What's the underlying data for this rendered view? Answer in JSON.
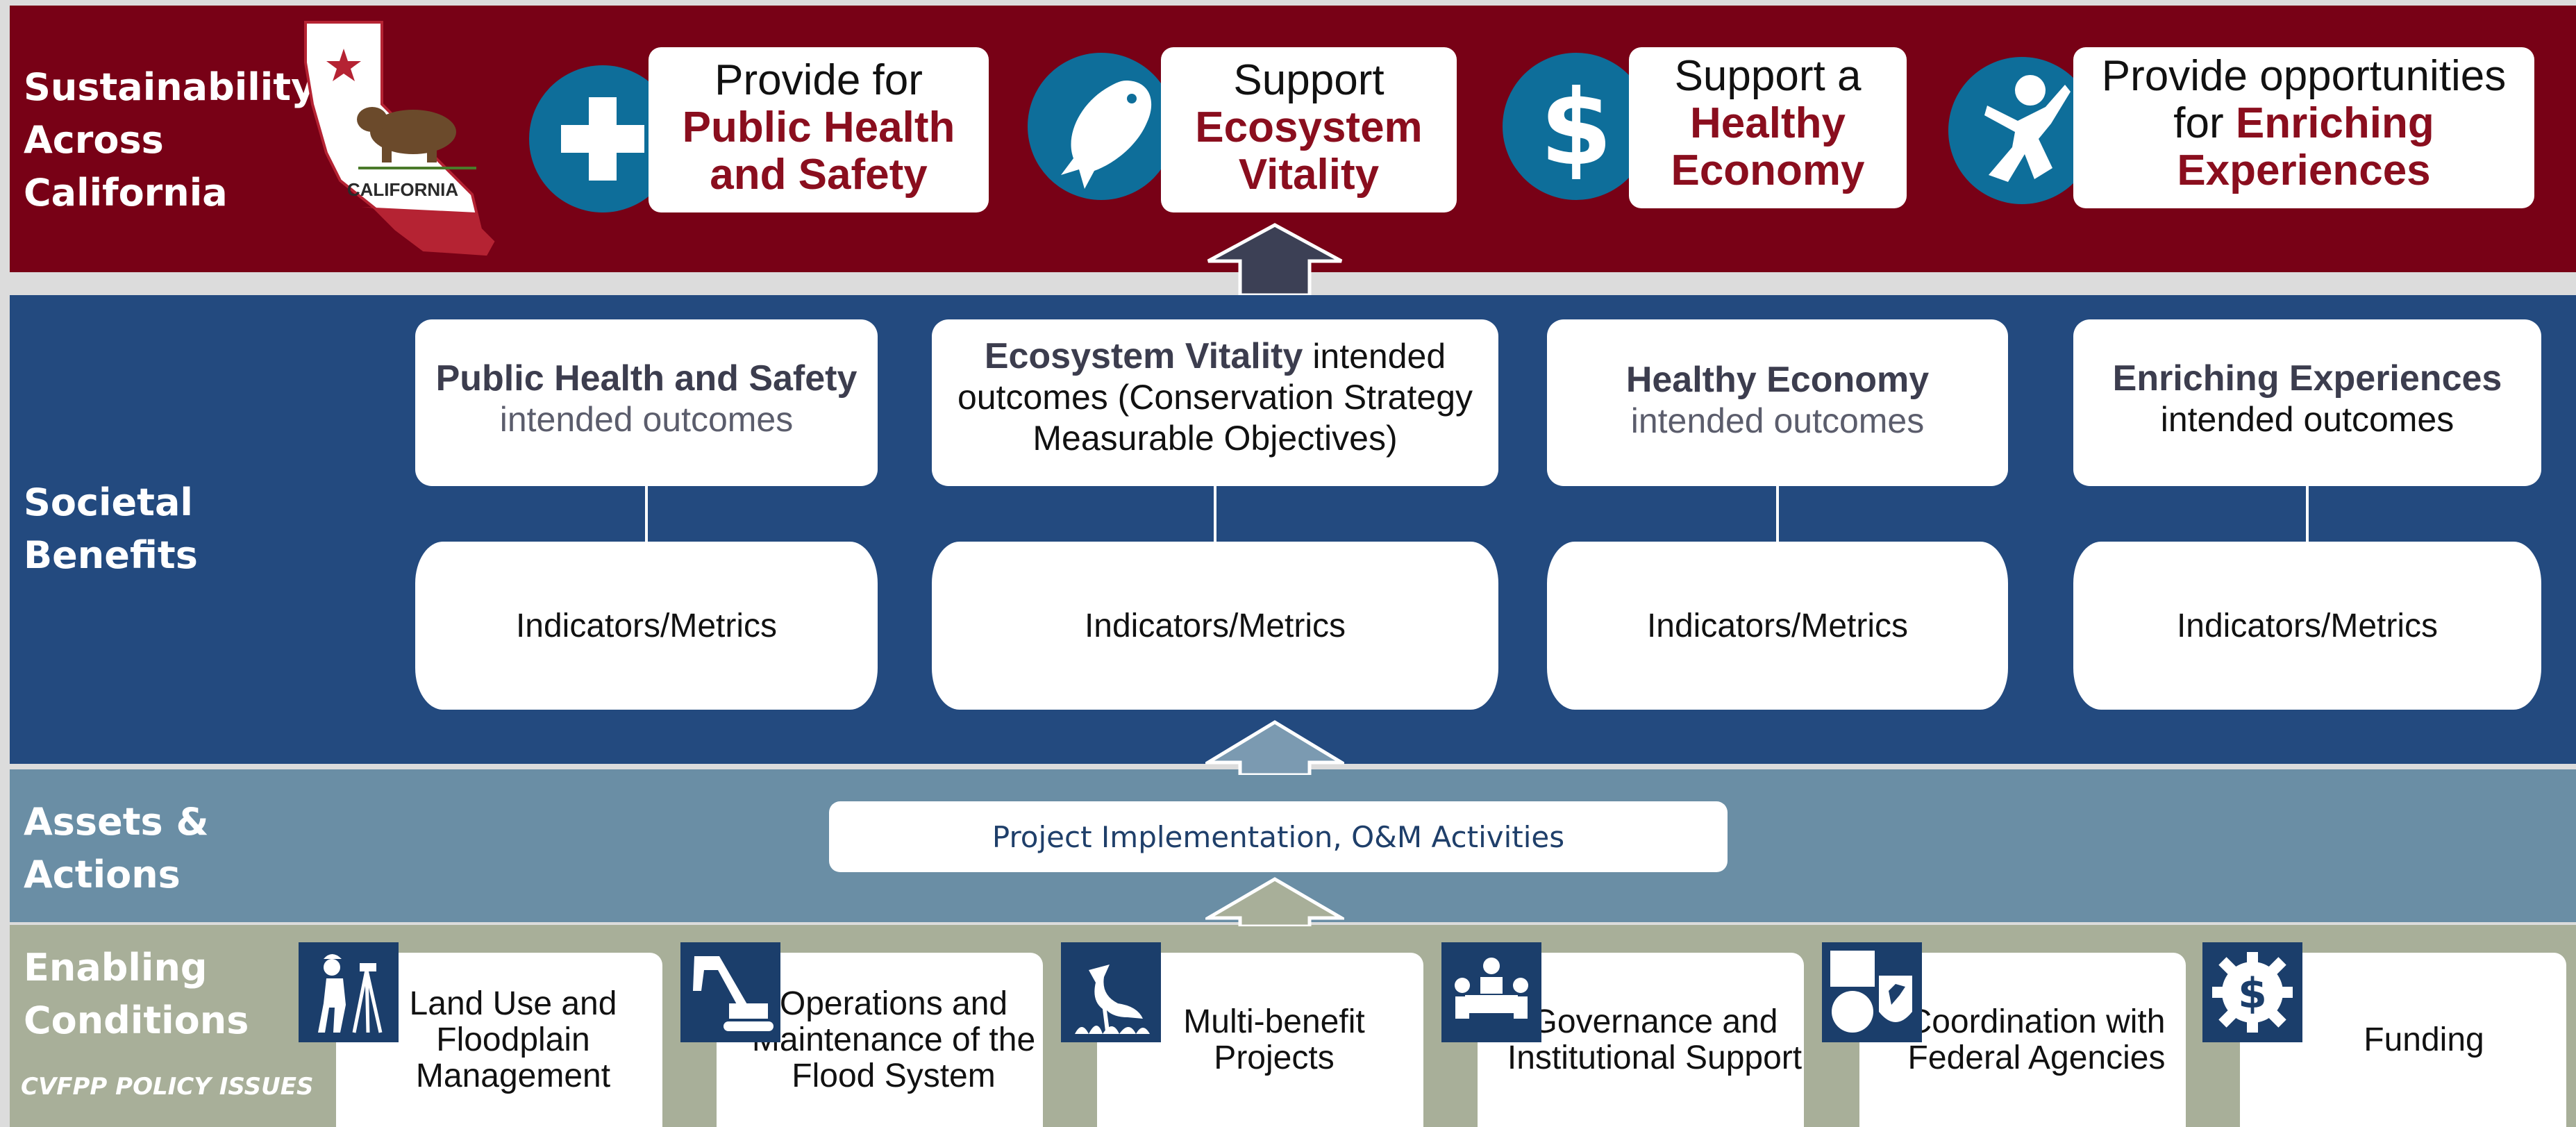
{
  "top_band": {
    "label": "Sustainability\nAcross\nCalifornia",
    "state_label": "CALIFORNIA",
    "goals": [
      {
        "icon": "plus-icon",
        "line1": "Provide for",
        "accent": "Public Health and Safety"
      },
      {
        "icon": "fish-icon",
        "line1": "Support",
        "accent": "Ecosystem Vitality"
      },
      {
        "icon": "dollar-icon",
        "line1": "Support a",
        "accent": "Healthy Economy"
      },
      {
        "icon": "person-icon",
        "line1": "Provide opportunities",
        "line2_prefix": "for ",
        "accent": "Enriching Experiences"
      }
    ]
  },
  "societal": {
    "label": "Societal\nBenefits",
    "outcomes": [
      {
        "bold": "Public Health and Safety",
        "rest": "intended outcomes"
      },
      {
        "bold": "Ecosystem Vitality",
        "rest": " intended outcomes (Conservation Strategy Measurable Objectives)"
      },
      {
        "bold": "Healthy Economy",
        "rest": "intended outcomes"
      },
      {
        "bold": "Enriching Experiences",
        "rest": "intended outcomes"
      }
    ],
    "metric_label": "Indicators/Metrics"
  },
  "assets": {
    "label": "Assets &\nActions",
    "box": "Project Implementation, O&M Activities"
  },
  "enabling": {
    "label": "Enabling\nConditions",
    "policy_label": "CVFPP POLICY ISSUES",
    "items": [
      {
        "icon": "surveyor-icon",
        "label": "Land Use and Floodplain Management"
      },
      {
        "icon": "excavator-icon",
        "label": "Operations and Maintenance of the Flood System"
      },
      {
        "icon": "heron-icon",
        "label": "Multi-benefit Projects"
      },
      {
        "icon": "meeting-icon",
        "label": "Governance and Institutional Support"
      },
      {
        "icon": "federal-seals-icon",
        "label": "Coordination with Federal Agencies"
      },
      {
        "icon": "money-gear-icon",
        "label": "Funding"
      }
    ]
  },
  "colors": {
    "top": "#780116",
    "societal": "#234a7f",
    "assets": "#6a8ea5",
    "enabling": "#a8af99",
    "accent": "#8a0e1e",
    "icon_circle": "#0e6e9a"
  }
}
